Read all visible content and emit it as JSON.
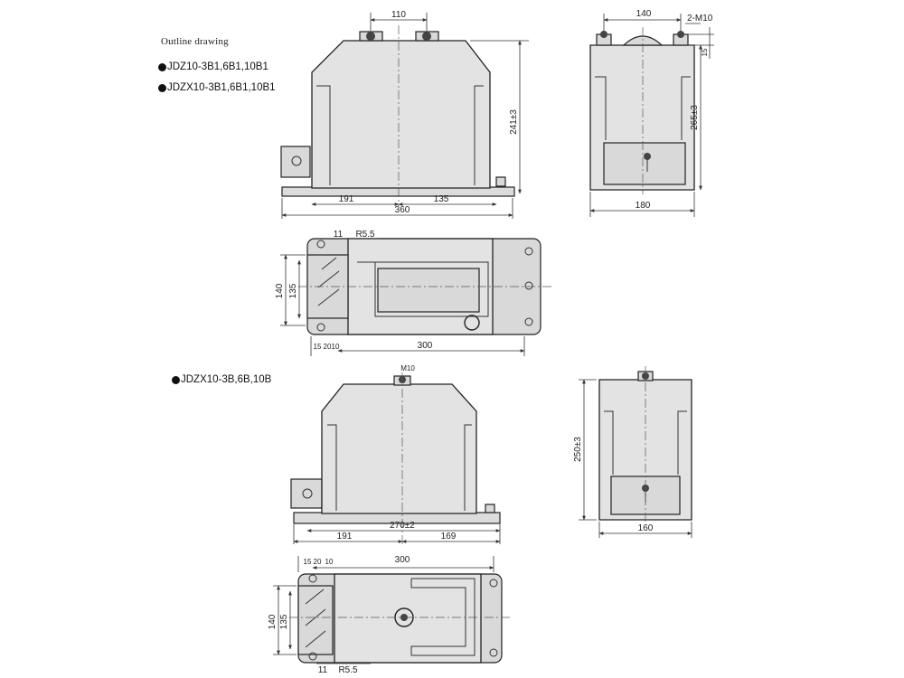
{
  "sheet": {
    "heading": "Outline drawing"
  },
  "variants": [
    {
      "label": "JDZ10-3B1,6B1,10B1"
    },
    {
      "label": "JDZX10-3B1,6B1,10B1"
    },
    {
      "label": "JDZX10-3B,6B,10B"
    }
  ],
  "top_front": {
    "terminal_spacing": "110",
    "height": "241±3",
    "base_left": "191",
    "base_right": "135",
    "total_length": "360"
  },
  "top_side": {
    "width_top": "140",
    "thread": "2-M10",
    "terminal_height": "15",
    "height": "265±3",
    "base_width": "180"
  },
  "top_plan": {
    "slot": "11",
    "radius": "R5.5",
    "outer_width": "140",
    "inner_width": "135",
    "edge_a": "15",
    "edge_b": "20",
    "edge_c": "10",
    "hole_spacing": "300"
  },
  "bottom_front": {
    "thread": "M10",
    "base_span": "270±2",
    "base_left": "191",
    "base_right": "169"
  },
  "bottom_side": {
    "height": "250±3",
    "base_width": "160"
  },
  "bottom_plan": {
    "edge_a": "15",
    "edge_b": "20",
    "edge_c": "10",
    "hole_spacing": "300",
    "outer_width": "140",
    "inner_width": "135",
    "slot": "11",
    "radius": "R5.5"
  }
}
